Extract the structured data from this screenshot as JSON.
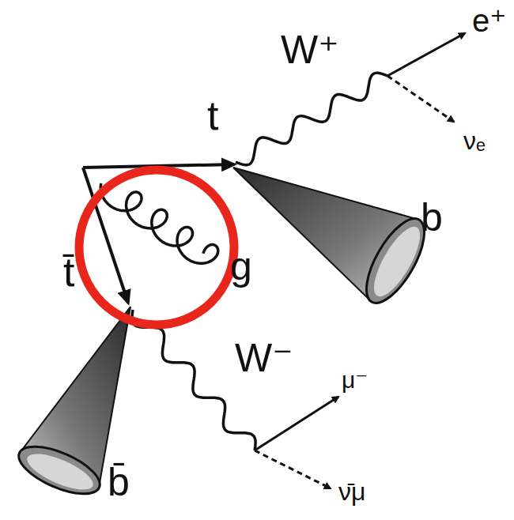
{
  "diagram": {
    "labels": [
      "e⁺",
      "W⁺",
      "t",
      "νₑ",
      "b",
      "g",
      "t̄",
      "W⁻",
      "μ⁻",
      "b̄",
      "ν̄μ"
    ]
  }
}
